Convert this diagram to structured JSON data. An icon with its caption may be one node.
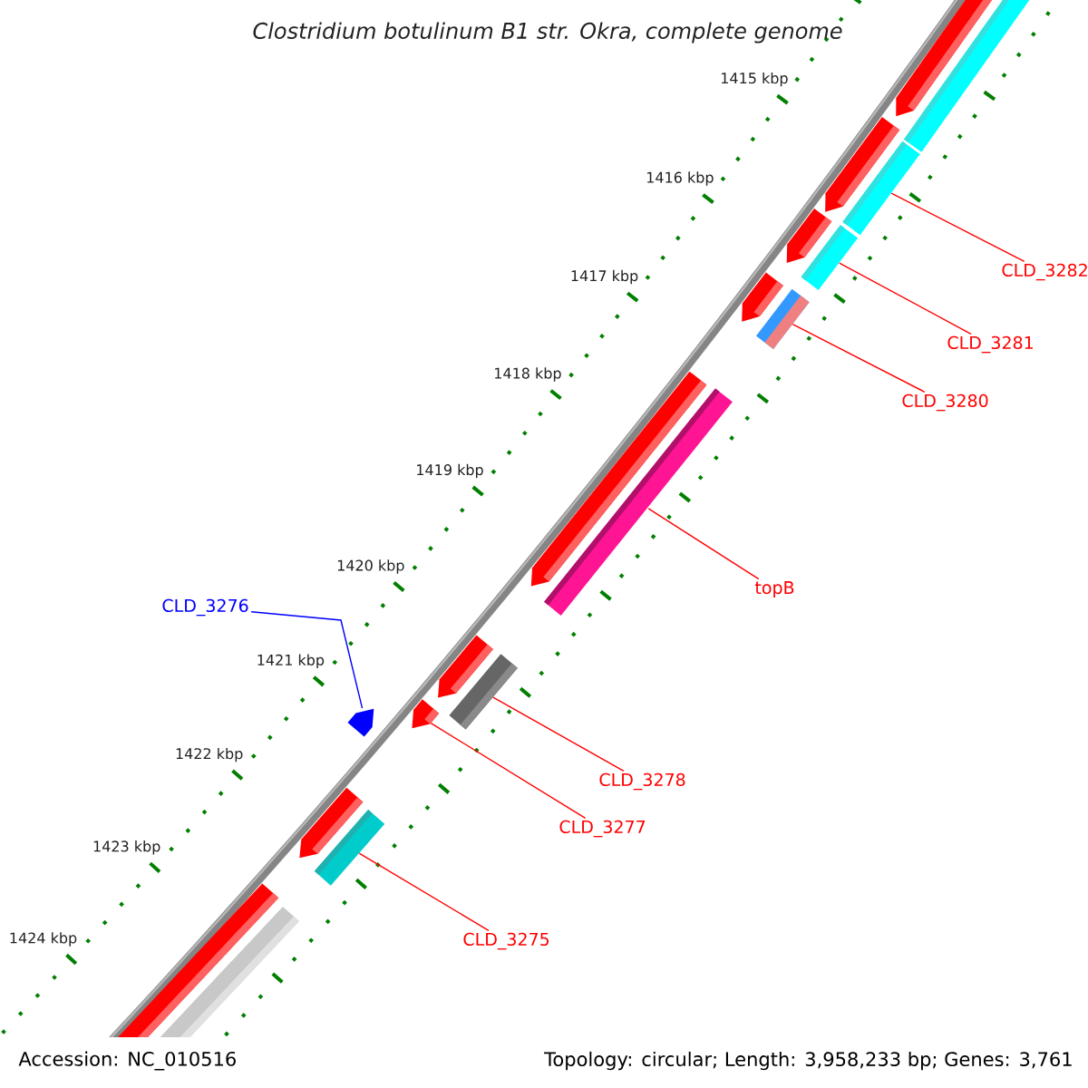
{
  "diagram": {
    "title": "Clostridium botulinum B1 str. Okra, complete genome",
    "nodes": [
      {
        "text": [
          "CLD_3282"
        ]
      },
      {
        "text": [
          "CLD_3281"
        ]
      },
      {
        "text": [
          "CLD_3280"
        ]
      },
      {
        "text": [
          "topB"
        ]
      },
      {
        "text": [
          "CLD_3276"
        ]
      },
      {
        "text": [
          "CLD_3278"
        ]
      },
      {
        "text": [
          "CLD_3277"
        ]
      },
      {
        "text": [
          "CLD_3275"
        ]
      },
      {
        "text": [],
        "shape": "bar"
      },
      {
        "text": [],
        "shape": "bar"
      },
      {
        "text": [],
        "shape": "bar"
      },
      {
        "text": [],
        "shape": "bar"
      },
      {
        "text": [],
        "shape": "arrow"
      },
      {
        "text": [],
        "shape": "bar"
      },
      {
        "text": [],
        "shape": "arrow"
      },
      {
        "text": [],
        "shape": "bar"
      }
    ],
    "edges": [
      {
        "from": 0,
        "to": 8,
        "arrow": "none"
      },
      {
        "from": 1,
        "to": 9,
        "arrow": "none"
      },
      {
        "from": 2,
        "to": 10,
        "arrow": "none"
      },
      {
        "from": 3,
        "to": 11,
        "arrow": "none"
      },
      {
        "from": 4,
        "to": 12,
        "arrow": "none",
        "color": "#0000ff"
      },
      {
        "from": 5,
        "to": 13,
        "arrow": "none"
      },
      {
        "from": 6,
        "to": 14,
        "arrow": "none"
      },
      {
        "from": 7,
        "to": 15,
        "arrow": "none"
      }
    ],
    "labels": [
      "1415 kbp",
      "1416 kbp",
      "1417 kbp",
      "1418 kbp",
      "1419 kbp",
      "1420 kbp",
      "1421 kbp",
      "1422 kbp",
      "1423 kbp",
      "1424 kbp",
      "Accession: NC_010516",
      "Topology: circular; Length: 3,958,233 bp; Genes: 3,761"
    ]
  }
}
